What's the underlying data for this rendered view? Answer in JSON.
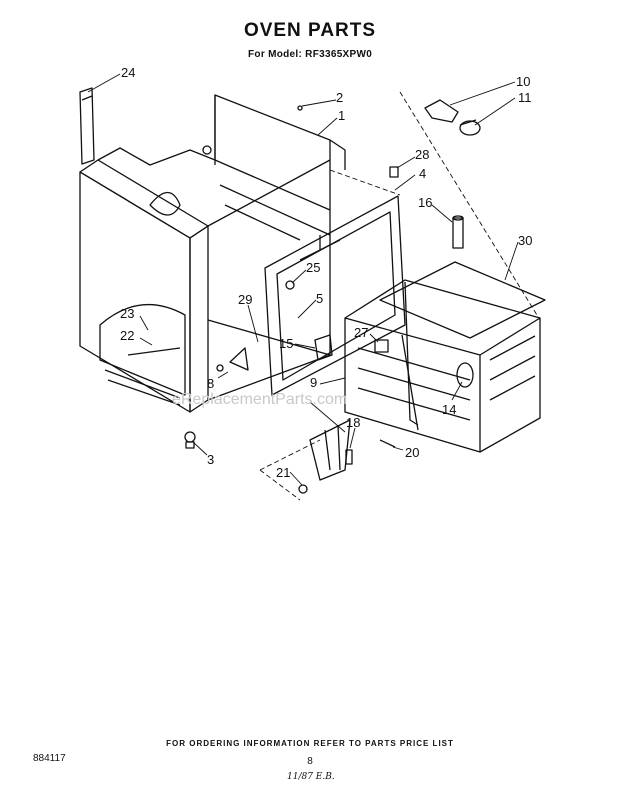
{
  "header": {
    "title": "OVEN PARTS",
    "subtitle": "For Model: RF3365XPW0"
  },
  "watermark": "eReplacementParts.com",
  "callouts": [
    {
      "num": "24"
    },
    {
      "num": "2"
    },
    {
      "num": "1"
    },
    {
      "num": "10"
    },
    {
      "num": "11"
    },
    {
      "num": "28"
    },
    {
      "num": "4"
    },
    {
      "num": "16"
    },
    {
      "num": "30"
    },
    {
      "num": "25"
    },
    {
      "num": "5"
    },
    {
      "num": "29"
    },
    {
      "num": "23"
    },
    {
      "num": "22"
    },
    {
      "num": "27"
    },
    {
      "num": "15"
    },
    {
      "num": "9"
    },
    {
      "num": "8"
    },
    {
      "num": "14"
    },
    {
      "num": "3"
    },
    {
      "num": "18"
    },
    {
      "num": "20"
    },
    {
      "num": "21"
    }
  ],
  "footer": {
    "note": "FOR ORDERING INFORMATION REFER TO PARTS PRICE LIST",
    "doc_number": "884117",
    "page": "8",
    "handwritten": "11/87 E.B."
  }
}
